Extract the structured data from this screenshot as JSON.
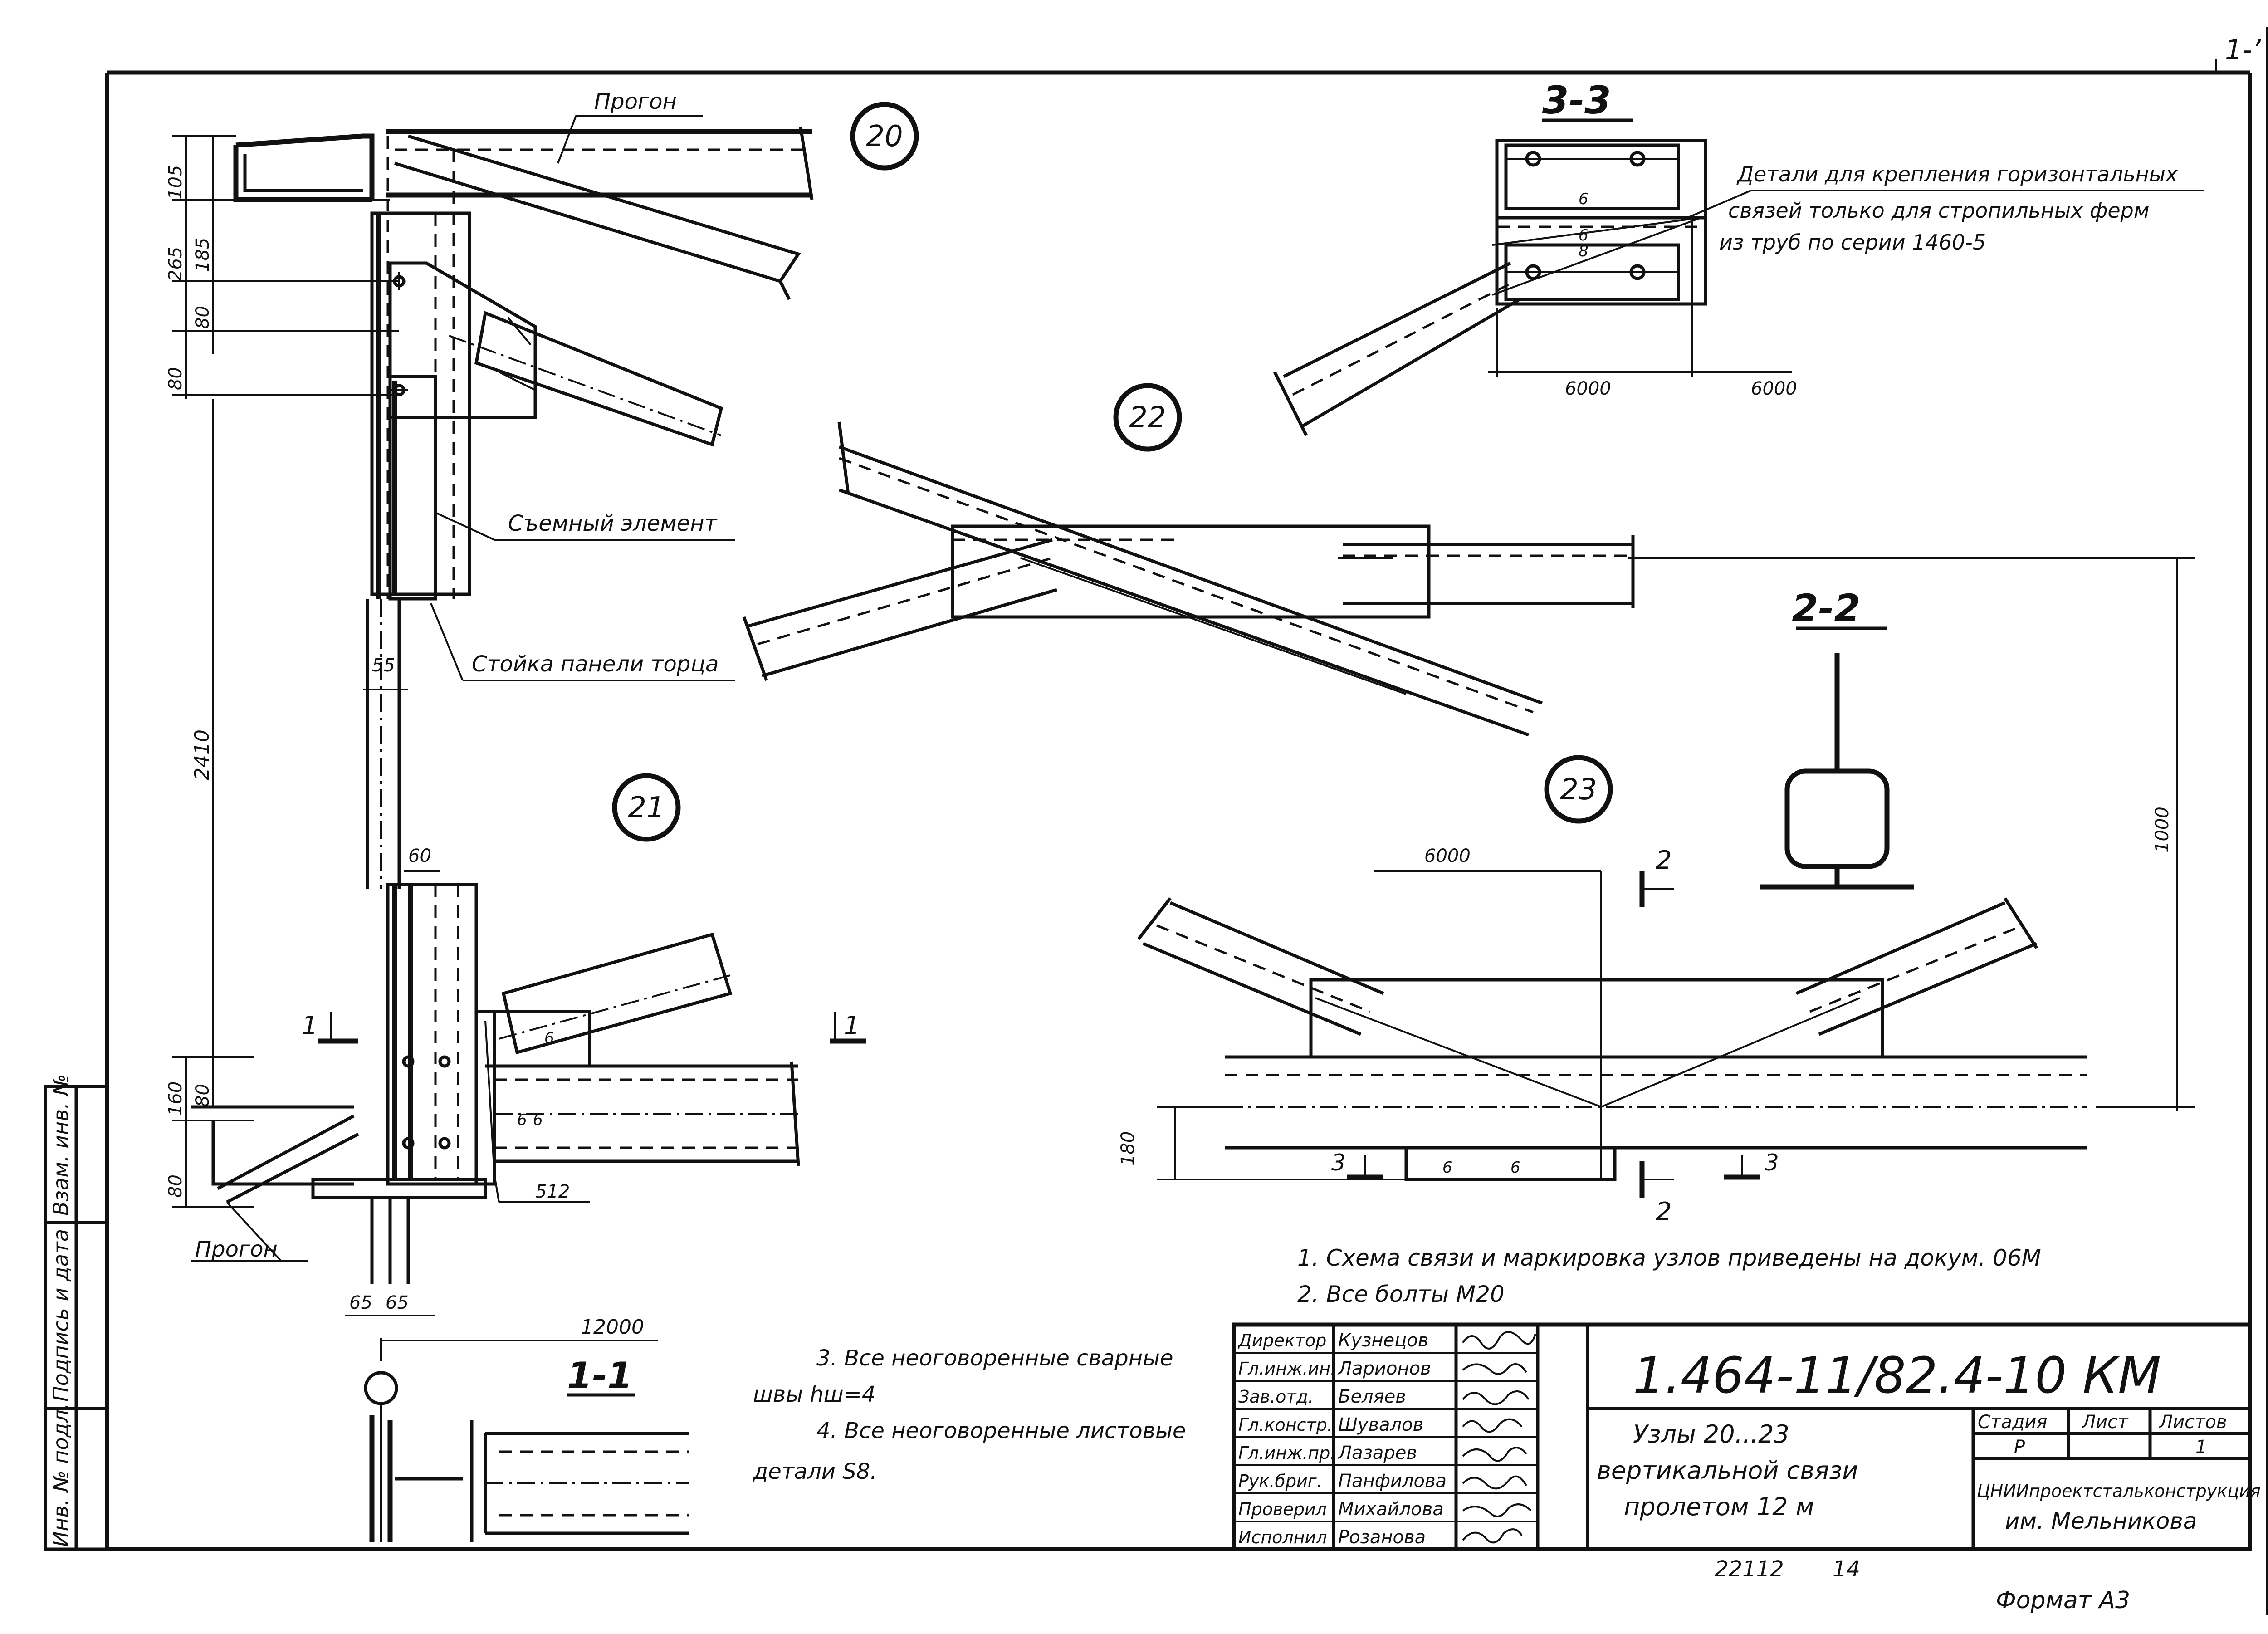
{
  "sheet_corner_mark": "1-’",
  "nodes": {
    "n20": "20",
    "n21": "21",
    "n22": "22",
    "n23": "23"
  },
  "sections": {
    "s33": "3-3",
    "s22": "2-2",
    "s11": "1-1",
    "cut1_left": "1",
    "cut1_right": "1",
    "cut2_top": "2",
    "cut2_bottom": "2",
    "cut3_left": "3",
    "cut3_right": "3"
  },
  "labels": {
    "progon_top": "Прогон",
    "progon_bottom": "Прогон",
    "removable_element": "Съемный элемент",
    "end_panel_post": "Стойка панели торца",
    "details_line1": "Детали для крепления горизонтальных",
    "details_line2": "связей только для стропильных ферм",
    "details_line3": "из труб по серии 1460-5"
  },
  "dimensions": {
    "d105": "105",
    "d265": "265",
    "d185": "185",
    "d80a": "80",
    "d80b": "80",
    "d55": "55",
    "d2410": "2410",
    "d60": "60",
    "d160": "160",
    "d80c": "80",
    "d80d": "80",
    "d65a": "65",
    "d65b": "65",
    "d12000": "12000",
    "d512": "512",
    "d6000a": "6000",
    "d6000b": "6000",
    "d6000c": "6000",
    "d1000": "1000",
    "d180": "180",
    "w6a": "6",
    "w6b": "6",
    "w6c": "6",
    "w6d": "6",
    "w8": "8",
    "w6e": "6",
    "w6f": "6",
    "w6g": "6"
  },
  "notes": {
    "n1": "1. Схема связи и маркировка узлов приведены на докум. 06М",
    "n2": "2. Все болты М20",
    "n3a": "3. Все неоговоренные сварные",
    "n3b": "швы hш=4",
    "n4a": "4. Все неоговоренные листовые",
    "n4b": "детали S8."
  },
  "side_stamp": [
    "Инв. № подл.",
    "Подпись и дата",
    "Взам. инв. №"
  ],
  "title_block": {
    "document_code": "1.464-11/82.4-10 КМ",
    "title_line1": "Узлы 20...23",
    "title_line2": "вертикальной связи",
    "title_line3": "пролетом 12 м",
    "stage_header": "Стадия",
    "sheet_header": "Лист",
    "sheets_header": "Листов",
    "stage_value": "Р",
    "sheet_value": "",
    "sheets_value": "1",
    "organization_line1": "ЦНИИпроектстальконструкция",
    "organization_line2": "им. Мельникова",
    "signatures": [
      {
        "role": "Директор",
        "name": "Кузнецов"
      },
      {
        "role": "Гл.инж.ин.",
        "name": "Ларионов"
      },
      {
        "role": "Зав.отд.",
        "name": "Беляев"
      },
      {
        "role": "Гл.констр.",
        "name": "Шувалов"
      },
      {
        "role": "Гл.инж.пр.",
        "name": "Лазарев"
      },
      {
        "role": "Рук.бриг.",
        "name": "Панфилова"
      },
      {
        "role": "Проверил",
        "name": "Михайлова"
      },
      {
        "role": "Исполнил",
        "name": "Розанова"
      }
    ]
  },
  "footer": {
    "archive_no": "22112",
    "archive_page": "14",
    "format": "Формат А3"
  }
}
